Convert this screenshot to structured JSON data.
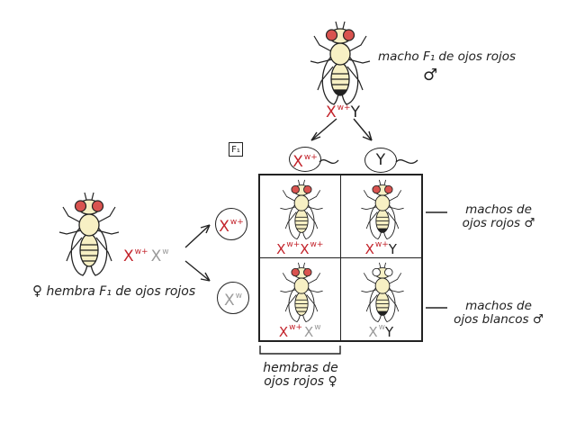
{
  "male_parent": {
    "label": "macho F₁ de ojos rojos",
    "sex_symbol": "♂",
    "genotype": {
      "allele": "X",
      "sup": "w+",
      "second": "Y"
    }
  },
  "female_parent": {
    "sex_symbol": "♀",
    "label": "hembra F₁ de ojos rojos",
    "genotype": {
      "allele1": "X",
      "sup1": "w+",
      "allele2": "X",
      "sup2": "w"
    }
  },
  "punnett_label": "F₁",
  "male_gametes": [
    {
      "allele": "X",
      "sup": "w+"
    },
    {
      "allele": "Y"
    }
  ],
  "female_gametes": [
    {
      "allele": "X",
      "sup": "w+"
    },
    {
      "allele": "X",
      "sup": "w"
    }
  ],
  "cells": [
    {
      "a": "X",
      "asup": "w+",
      "b": "X",
      "bsup": "w+"
    },
    {
      "a": "X",
      "asup": "w+",
      "b": "Y"
    },
    {
      "a": "X",
      "asup": "w+",
      "b": "X",
      "bsup": "w"
    },
    {
      "a": "X",
      "asup": "w",
      "b": "Y"
    }
  ],
  "annotations": {
    "top_right": "machos de ojos rojos",
    "top_right_symbol": "♂",
    "bottom_right": "machos de ojos blancos",
    "bottom_right_symbol": "♂",
    "bottom": "hembras de ojos rojos",
    "bottom_symbol": "♀"
  },
  "colors": {
    "red_allele": "#c3232b",
    "white_allele": "#9a9a9a",
    "red_eye": "#d9534f",
    "white_eye": "#ffffff",
    "body": "#f7f0c4"
  }
}
